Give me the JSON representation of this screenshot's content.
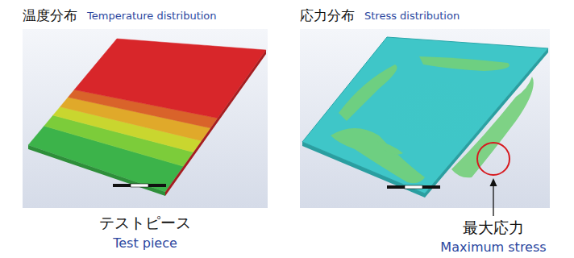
{
  "diagram": {
    "labels": [
      "温度分布",
      "Temperature distribution",
      "応力分布",
      "Stress distribution",
      "テストピース",
      "Test piece",
      "最大応力",
      "Maximum stress"
    ]
  }
}
